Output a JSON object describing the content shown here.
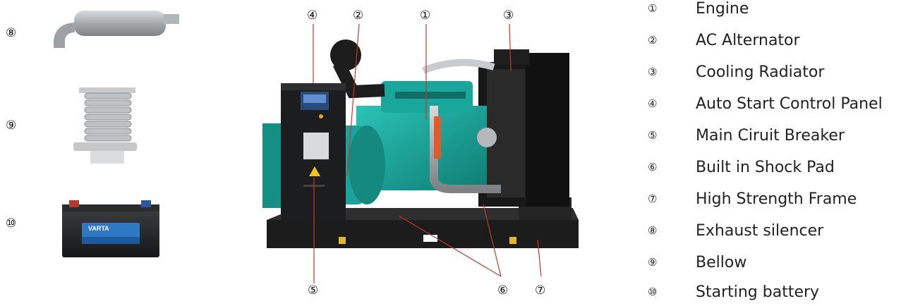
{
  "callouts": {
    "engine": "①",
    "alternator": "②",
    "radiator": "③",
    "control_panel": "④",
    "breaker": "⑤",
    "shock_pad": "⑥",
    "frame": "⑦",
    "silencer": "⑧",
    "bellow": "⑨",
    "battery": "⑩"
  },
  "legend": [
    {
      "num": "①",
      "text": "Engine"
    },
    {
      "num": "②",
      "text": "AC Alternator"
    },
    {
      "num": "③",
      "text": "Cooling Radiator"
    },
    {
      "num": "④",
      "text": "Auto Start Control Panel"
    },
    {
      "num": "⑤",
      "text": "Main Ciruit Breaker"
    },
    {
      "num": "⑥",
      "text": "Built in Shock Pad"
    },
    {
      "num": "⑦",
      "text": "High Strength Frame"
    },
    {
      "num": "⑧",
      "text": "Exhaust silencer"
    },
    {
      "num": "⑨",
      "text": "Bellow"
    },
    {
      "num": "⑩",
      "text": "Starting battery"
    }
  ],
  "battery_brand": "VARTA",
  "colors": {
    "engine_teal": "#1aa39a",
    "frame_black": "#1c1c1c",
    "steel": "#b9bcbf",
    "battery_blue": "#2f78c4"
  }
}
